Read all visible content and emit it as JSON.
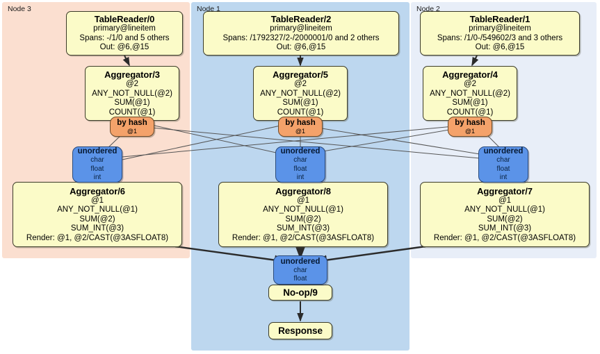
{
  "diagram": {
    "type": "distributed-query-plan",
    "colors": {
      "node3_panel": "#fbdfd0",
      "node1_panel": "#bdd7ef",
      "node2_panel": "#e8eef8",
      "box_fill": "#fbfbc8",
      "hash_fill": "#f4a26a",
      "unordered_fill": "#5b93e8",
      "edge": "#4a4a4a"
    }
  },
  "panels": [
    {
      "label": "Node 3",
      "id": "node3"
    },
    {
      "label": "Node 1",
      "id": "node1"
    },
    {
      "label": "Node 2",
      "id": "node2"
    }
  ],
  "table_readers": [
    {
      "title": "TableReader/0",
      "table": "primary@lineitem",
      "spans": "Spans: -/1/0 and 5 others",
      "out": "Out: @6,@15"
    },
    {
      "title": "TableReader/2",
      "table": "primary@lineitem",
      "spans": "Spans: /1792327/2-/2000001/0 and 2 others",
      "out": "Out: @6,@15"
    },
    {
      "title": "TableReader/1",
      "table": "primary@lineitem",
      "spans": "Spans: /1/0-/549602/3 and 3 others",
      "out": "Out: @6,@15"
    }
  ],
  "aggregators_top": [
    {
      "title": "Aggregator/3",
      "group": "@2",
      "agg1": "ANY_NOT_NULL(@2)",
      "agg2": "SUM(@1)",
      "agg3": "COUNT(@1)"
    },
    {
      "title": "Aggregator/5",
      "group": "@2",
      "agg1": "ANY_NOT_NULL(@2)",
      "agg2": "SUM(@1)",
      "agg3": "COUNT(@1)"
    },
    {
      "title": "Aggregator/4",
      "group": "@2",
      "agg1": "ANY_NOT_NULL(@2)",
      "agg2": "SUM(@1)",
      "agg3": "COUNT(@1)"
    }
  ],
  "hash_routers": [
    {
      "title": "by hash",
      "column": "@1"
    },
    {
      "title": "by hash",
      "column": "@1"
    },
    {
      "title": "by hash",
      "column": "@1"
    }
  ],
  "unordered_synchronizers": [
    {
      "title": "unordered",
      "types": [
        "char",
        "float",
        "int"
      ]
    },
    {
      "title": "unordered",
      "types": [
        "char",
        "float",
        "int"
      ]
    },
    {
      "title": "unordered",
      "types": [
        "char",
        "float",
        "int"
      ]
    }
  ],
  "aggregators_bottom": [
    {
      "title": "Aggregator/6",
      "group": "@1",
      "agg1": "ANY_NOT_NULL(@1)",
      "agg2": "SUM(@2)",
      "agg3": "SUM_INT(@3)",
      "render": "Render: @1, @2/CAST(@3ASFLOAT8)"
    },
    {
      "title": "Aggregator/8",
      "group": "@1",
      "agg1": "ANY_NOT_NULL(@1)",
      "agg2": "SUM(@2)",
      "agg3": "SUM_INT(@3)",
      "render": "Render: @1, @2/CAST(@3ASFLOAT8)"
    },
    {
      "title": "Aggregator/7",
      "group": "@1",
      "agg1": "ANY_NOT_NULL(@1)",
      "agg2": "SUM(@2)",
      "agg3": "SUM_INT(@3)",
      "render": "Render: @1, @2/CAST(@3ASFLOAT8)"
    }
  ],
  "final_unordered": {
    "title": "unordered",
    "types": [
      "char",
      "float"
    ]
  },
  "noop": {
    "title": "No-op/9"
  },
  "response": {
    "title": "Response"
  }
}
